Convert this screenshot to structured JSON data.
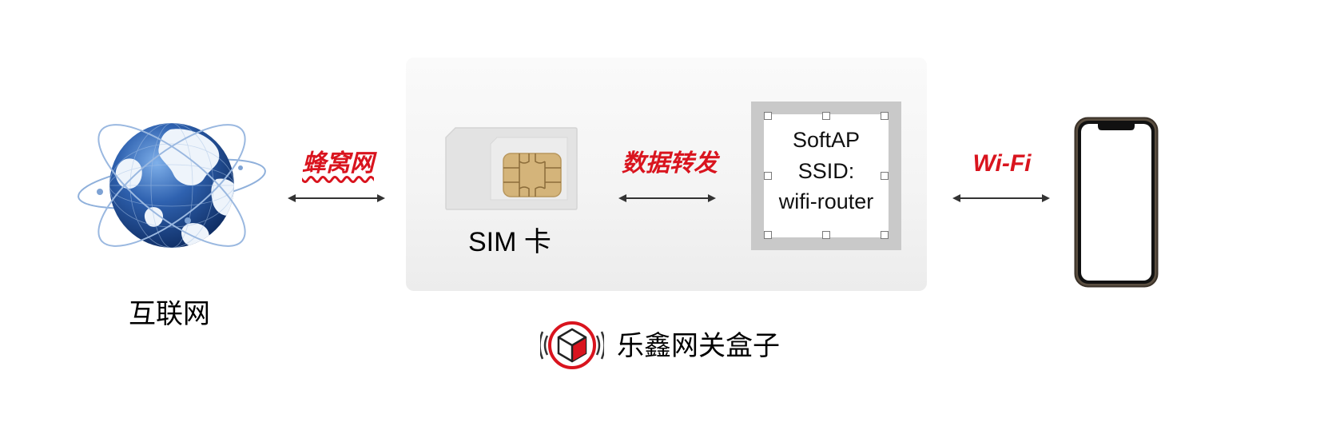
{
  "nodes": {
    "internet": {
      "label": "互联网"
    },
    "sim": {
      "label": "SIM 卡"
    },
    "softap": {
      "line1": "SoftAP",
      "line2": "SSID:",
      "line3": "wifi-router"
    }
  },
  "connections": {
    "cellular": "蜂窝网",
    "forwarding": "数据转发",
    "wifi": "Wi-Fi"
  },
  "brand": {
    "name": "乐鑫网关盒子"
  },
  "colors": {
    "accent_red": "#d9141e",
    "sim_gold": "#d4b47a",
    "globe_blue": "#2b5aa3",
    "panel": "#f3f3f3"
  },
  "icons": [
    "globe-icon",
    "sim-card-icon",
    "phone-icon",
    "brand-logo-icon"
  ]
}
